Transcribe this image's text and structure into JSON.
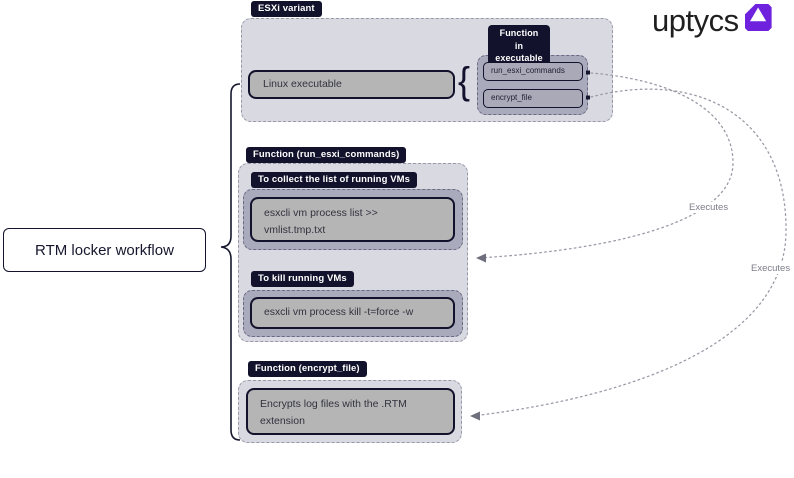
{
  "logo": {
    "wordmark": "uptycs"
  },
  "workflow_box": {
    "title": "RTM locker workflow"
  },
  "esxi_group": {
    "tag": "ESXi variant",
    "executable_label": "Linux executable",
    "brace_glyph": "{",
    "functions_tag": "Function in executable",
    "functions": [
      {
        "name": "run_esxi_commands"
      },
      {
        "name": "encrypt_file"
      }
    ]
  },
  "run_commands_group": {
    "tag": "Function (run_esxi_commands)",
    "steps": [
      {
        "purpose": "To collect the list of running VMs",
        "command": "esxcli vm process list >> vmlist.tmp.txt"
      },
      {
        "purpose": "To kill running VMs",
        "command": "esxcli vm process kill -t=force -w"
      }
    ]
  },
  "encrypt_group": {
    "tag": "Function (encrypt_file)",
    "description": "Encrypts log files with the .RTM extension"
  },
  "connectors": {
    "labels": [
      {
        "text": "Executes"
      },
      {
        "text": "Executes"
      }
    ]
  },
  "colors": {
    "accent_purple": "#6e22dd",
    "navy": "#12122c",
    "container_light": "#d9d9e2",
    "frame_mid": "#abattachedbd",
    "frame_mid_fix": "#aaaabd",
    "box_gray": "#b5b5b5",
    "function_box": "#a9a9b8",
    "dash_outer": "#9898a8",
    "dash_inner": "#6a6a85",
    "connector_gray": "#9b9ba8",
    "text_dark": "#32323f",
    "executes_text": "#7d7d8a"
  }
}
